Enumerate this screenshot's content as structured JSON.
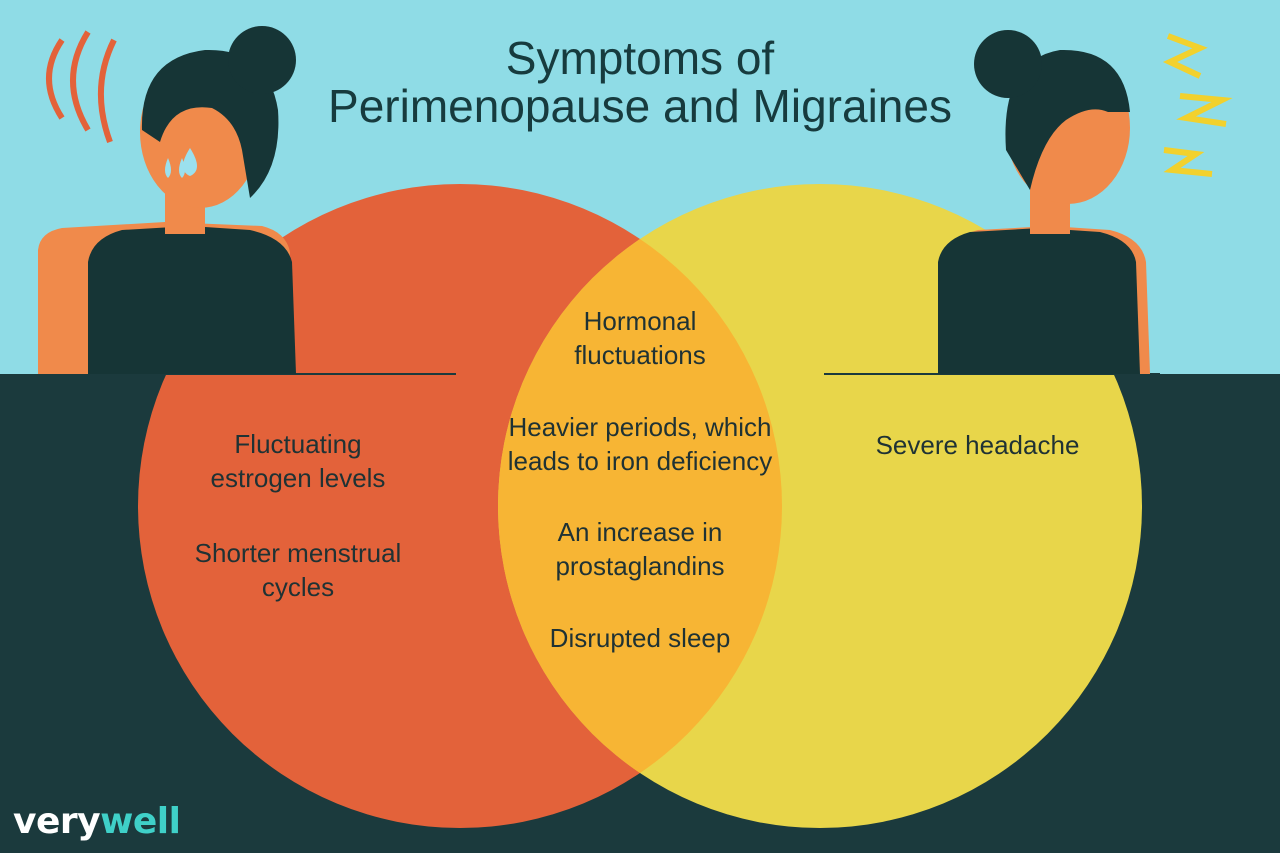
{
  "title": {
    "line1": "Symptoms of",
    "line2": "Perimenopause and Migraines"
  },
  "left_set": {
    "color": "#e3623a",
    "items": [
      "Fluctuating\nestrogen levels",
      "Shorter menstrual\ncycles"
    ]
  },
  "overlap": {
    "color": "#f7b534",
    "items": [
      "Hormonal\nfluctuations",
      "Heavier periods, which\nleads to iron deficiency",
      "An increase in\nprostaglandins",
      "Disrupted sleep"
    ]
  },
  "right_set": {
    "color": "#e8d64a",
    "items": [
      "Severe headache"
    ]
  },
  "colors": {
    "sky": "#8fdce6",
    "floor": "#1b3a3d",
    "skin": "#f08a4b",
    "hair": "#163536"
  },
  "brand": {
    "part1": "very",
    "part2": "well"
  }
}
